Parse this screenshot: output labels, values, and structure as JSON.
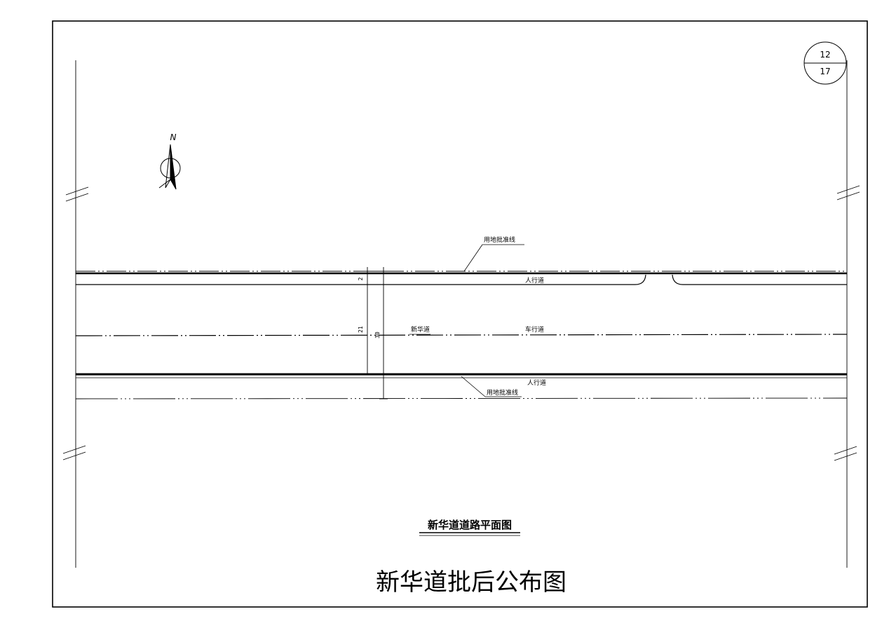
{
  "sheet": {
    "number": "12",
    "total": "17"
  },
  "north_arrow": {
    "label": "N",
    "icon": "north-arrow-icon"
  },
  "road": {
    "name": "新华道",
    "land_line_label_top": "用地批准线",
    "land_line_label_bottom": "用地批准线",
    "sidewalk_top_label": "人行道",
    "sidewalk_bottom_label": "人行道",
    "carriageway_label": "车行道"
  },
  "dimensions": {
    "sidewalk_width": "2",
    "carriageway_width": "21",
    "total_width": "30"
  },
  "drawing_title": "新华道道路平面图",
  "stamp_title": "新华道批后公布图",
  "colors": {
    "ink": "#000000",
    "background": "#ffffff"
  }
}
